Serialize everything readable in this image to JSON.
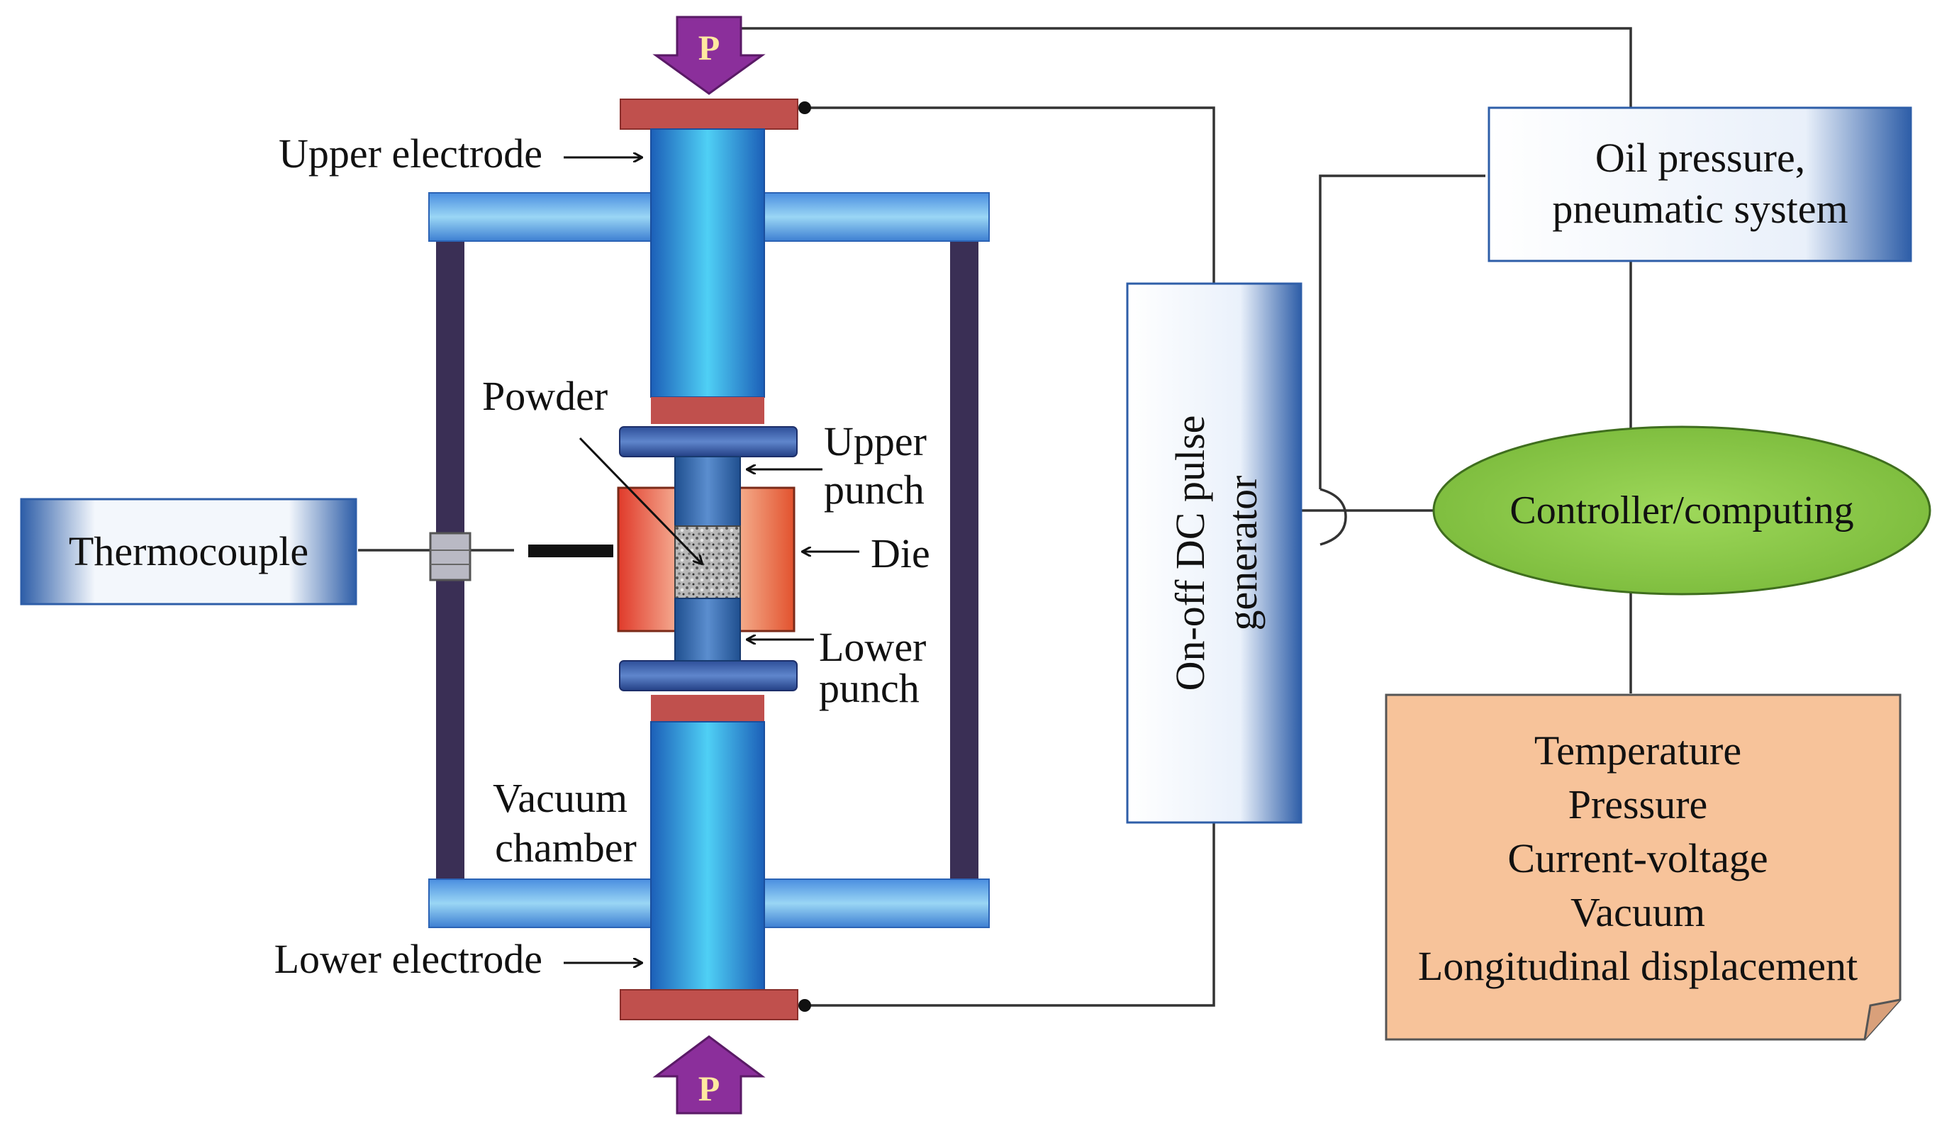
{
  "labels": {
    "upper_electrode": "Upper electrode",
    "lower_electrode": "Lower electrode",
    "powder": "Powder",
    "upper_punch_1": "Upper",
    "upper_punch_2": "punch",
    "die": "Die",
    "lower_punch_1": "Lower",
    "lower_punch_2": "punch",
    "vacuum_chamber_1": "Vacuum",
    "vacuum_chamber_2": "chamber",
    "pressure_top": "P",
    "pressure_bottom": "P"
  },
  "boxes": {
    "thermocouple": "Thermocouple",
    "oil_pressure_1": "Oil pressure,",
    "oil_pressure_2": "pneumatic system",
    "pulse_gen_1": "On-off DC pulse",
    "pulse_gen_2": "generator",
    "controller": "Controller/computing"
  },
  "measurements": [
    "Temperature",
    "Pressure",
    "Current-voltage",
    "Vacuum",
    "Longitudinal displacement"
  ],
  "colors": {
    "electrode_blue": "#2f86d8",
    "electrode_red": "#c0504d",
    "chamber_frame": "#3a2f55",
    "controller_green": "#8cc84b",
    "measure_box": "#f7c39a",
    "arrow_purple": "#8b2f9b"
  }
}
